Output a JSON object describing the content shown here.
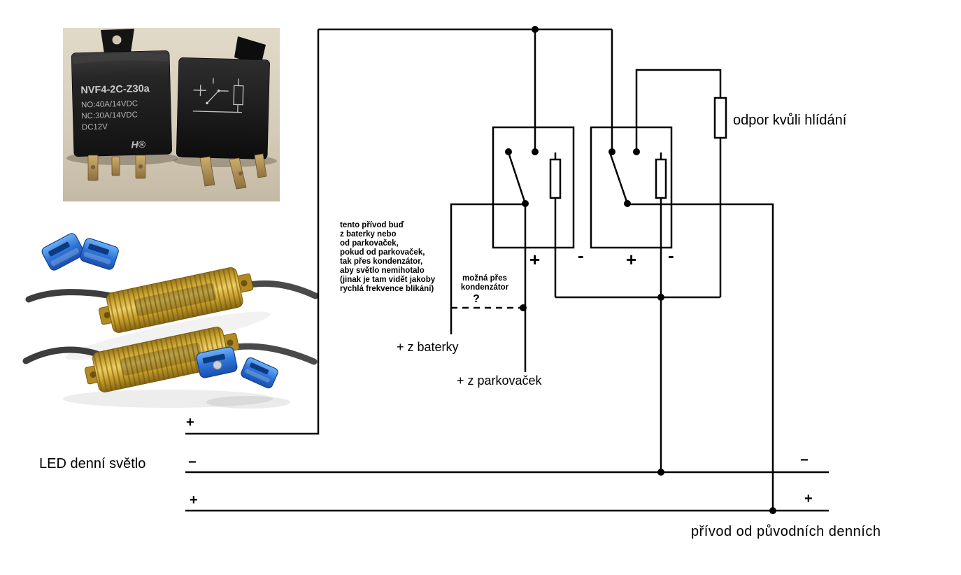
{
  "photos": {
    "relay": {
      "model": "NVF4-2C-Z30a",
      "no_rating": "NO:40A/14VDC",
      "nc_rating": "NC:30A/14VDC",
      "voltage": "DC12V",
      "logo": "H®"
    }
  },
  "labels": {
    "feed_note": "tento přívod buď\nz baterky nebo\nod parkovaček,\npokud od parkovaček,\ntak přes kondenzátor,\naby světlo nemihotalo\n(jinak je tam vidět jakoby\nrychlá frekvence blikání)",
    "capacitor_note": "možná přes\nkondenzátor",
    "question": "?",
    "battery": "+ z baterky",
    "parking": "+ z parkovaček",
    "monitor_resistor": "odpor kvůli hlídání",
    "led_light": "LED denní světlo",
    "original_feed": "přívod od původních denních"
  },
  "signs": {
    "plus": "+",
    "minus": "-",
    "minus_wide": "−"
  },
  "colors": {
    "wire": "#000000",
    "relay_body": "#1e1e1e",
    "resistor_gold": "#d4a937",
    "connector_blue": "#2a6fd6"
  }
}
